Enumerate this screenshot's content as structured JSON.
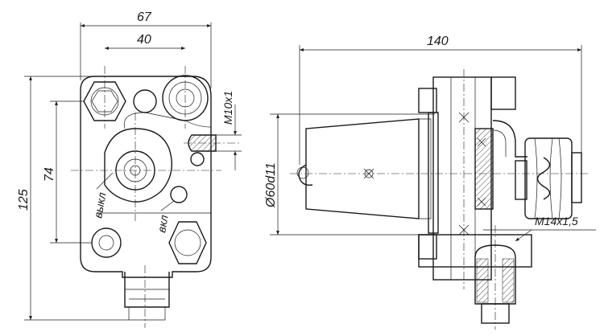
{
  "dimensions": {
    "width_total": "67",
    "width_inner": "40",
    "height_total": "125",
    "height_inner": "74",
    "thread_side": "M10x1",
    "length_side": "140",
    "diameter": "Ø60d11",
    "thread_bottom": "M14x1,5"
  },
  "labels": {
    "off": "выкл",
    "on": "вкл"
  }
}
